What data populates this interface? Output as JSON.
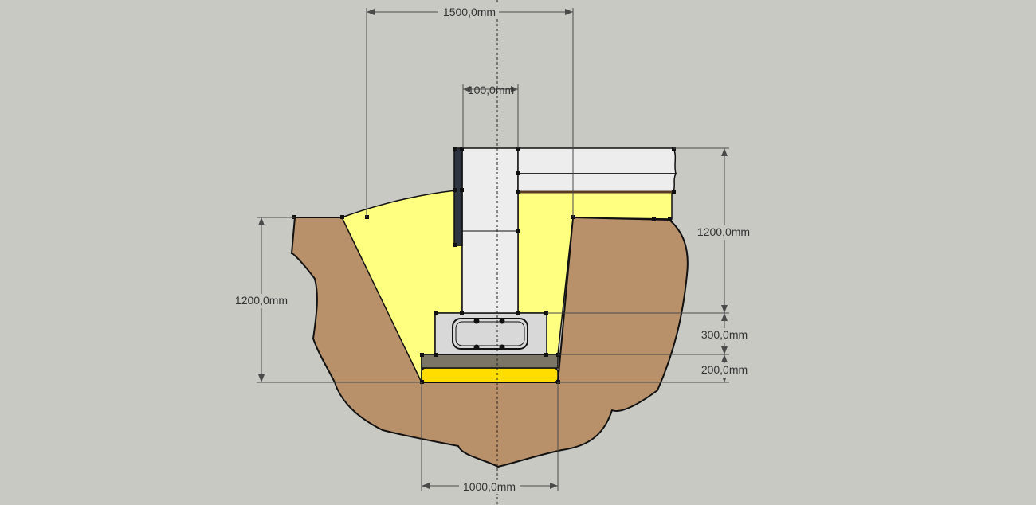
{
  "dimensions": {
    "top_width": "1500,0mm",
    "wall_width": "100,0mm",
    "right_height": "1200,0mm",
    "left_height": "1200,0mm",
    "footing_height": "300,0mm",
    "base_height": "200,0mm",
    "bottom_width": "1000,0mm"
  },
  "colors": {
    "background": "#c9c9c4",
    "soil": "#b8906a",
    "backfill": "#ffff80",
    "sand_layer": "#ffdd00",
    "gravel_layer": "#7a7565",
    "concrete": "#ededed",
    "footing": "#d8d8d8",
    "insulation": "#2e3540"
  }
}
